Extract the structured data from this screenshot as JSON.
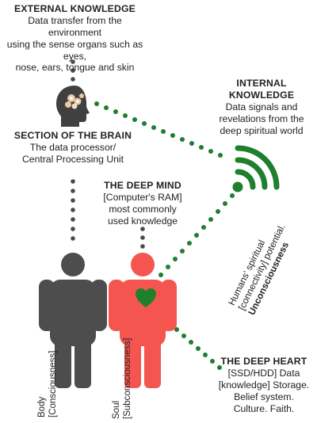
{
  "colors": {
    "green": "#1e7f2d",
    "dots_gray": "#4a4a4a",
    "body_gray": "#4d4d4d",
    "soul_red": "#f4564f",
    "heart_green": "#1e7f2d"
  },
  "icons": {
    "head": "head-brain-icon",
    "wifi": "wifi-signal-icon",
    "body": "person-body-icon",
    "soul": "person-soul-icon",
    "heart": "heart-icon"
  },
  "external": {
    "title": "EXTERNAL KNOWLEDGE",
    "line1": "Data transfer from the environment",
    "line2": "using the sense organs such as eyes,",
    "line3": "nose, ears, tongue and skin"
  },
  "internal": {
    "title1": "INTERNAL",
    "title2": "KNOWLEDGE",
    "line1": "Data signals and",
    "line2": "revelations from the",
    "line3": "deep spiritual world"
  },
  "brain": {
    "title": "SECTION OF THE BRAIN",
    "line1": "The data processor/",
    "line2": "Central Processing Unit"
  },
  "mind": {
    "title": "THE DEEP MIND",
    "line1": "[Computer's RAM]",
    "line2": "most commonly",
    "line3": "used knowledge"
  },
  "heart": {
    "title": "THE DEEP HEART",
    "line1": "[SSD/HDD] Data",
    "line2": "[knowledge] Storage.",
    "line3": "Belief system.",
    "line4": "Culture. Faith."
  },
  "connectivity": {
    "line1": "Humans' spiritual",
    "line2": "[connectivity] potential.",
    "line3": "Unconsciousness"
  },
  "body_label": {
    "line1": "Body",
    "line2": "[Consciousness]"
  },
  "soul_label": {
    "line1": "Soul",
    "line2": "[Subconsciousness]"
  }
}
